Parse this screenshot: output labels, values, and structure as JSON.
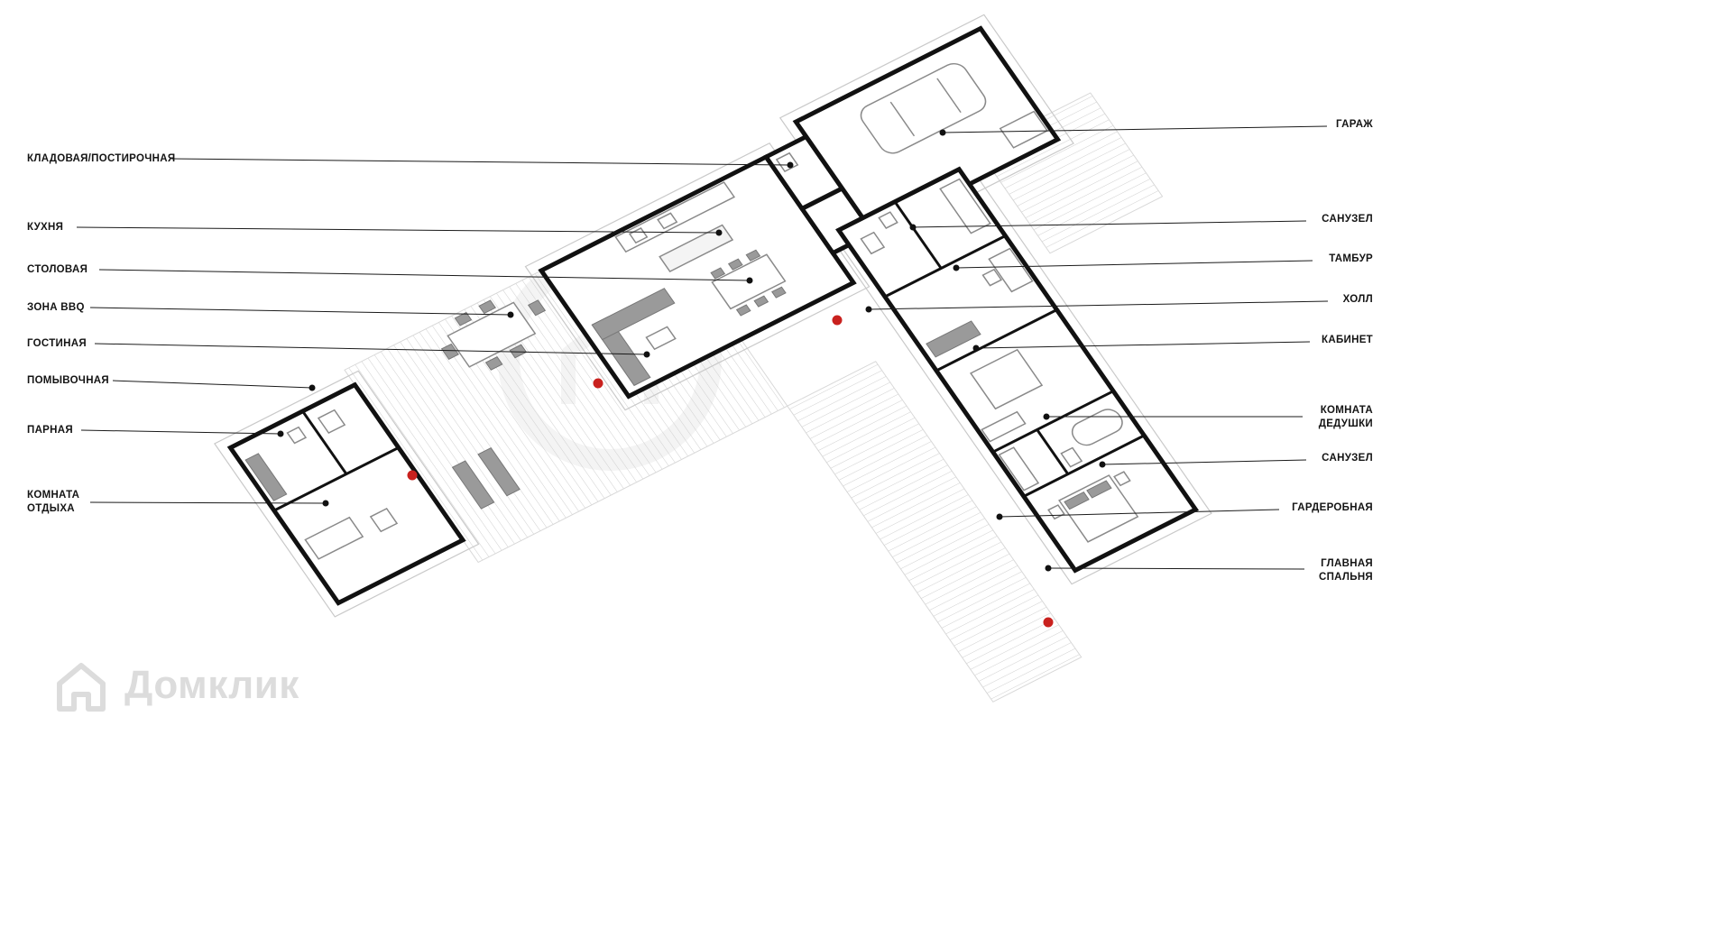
{
  "plan": {
    "type": "isometric-floor-plan",
    "wall_color": "#111111",
    "hatch_color": "#cfcfcf",
    "leader_color": "#1a1a1a",
    "camera_marker_color": "#c9211e"
  },
  "labels_left": [
    {
      "text": "КЛАДОВАЯ/ПОСТИРОЧНАЯ"
    },
    {
      "text": "КУХНЯ"
    },
    {
      "text": "СТОЛОВАЯ"
    },
    {
      "text": "ЗОНА BBQ"
    },
    {
      "text": "ГОСТИНАЯ"
    },
    {
      "text": "ПОМЫВОЧНАЯ"
    },
    {
      "text": "ПАРНАЯ"
    },
    {
      "text": "КОМНАТА",
      "text2": "ОТДЫХА"
    }
  ],
  "labels_right": [
    {
      "text": "ГАРАЖ"
    },
    {
      "text": "САНУЗЕЛ"
    },
    {
      "text": "ТАМБУР"
    },
    {
      "text": "ХОЛЛ"
    },
    {
      "text": "КАБИНЕТ"
    },
    {
      "text": "КОМНАТА",
      "text2": "ДЕДУШКИ"
    },
    {
      "text": "САНУЗЕЛ"
    },
    {
      "text": "ГАРДЕРОБНАЯ"
    },
    {
      "text": "ГЛАВНАЯ",
      "text2": "СПАЛЬНЯ"
    }
  ],
  "watermark": {
    "text": "Домклик"
  }
}
